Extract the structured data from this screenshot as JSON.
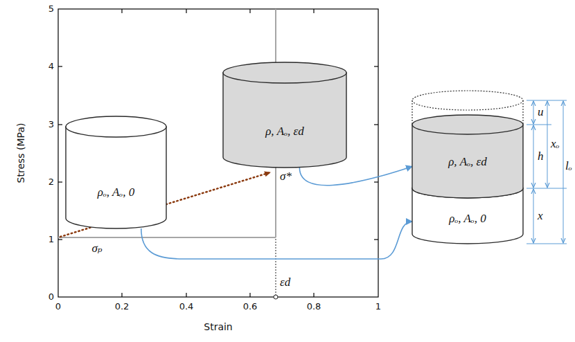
{
  "diagram": {
    "nodes": [
      {
        "text": [
          "ρₒ, Aₒ, 0"
        ]
      },
      {
        "text": [
          "ρ, Aₒ, εd"
        ]
      },
      {
        "text": [
          "ρ, Aₒ, εd"
        ]
      },
      {
        "text": [
          "ρₒ, Aₒ, 0"
        ]
      }
    ],
    "edges": [
      {
        "from": 1,
        "to": 2,
        "arrow": "to"
      },
      {
        "from": 0,
        "to": 3,
        "arrow": "to"
      }
    ],
    "labels": [
      "0",
      "1",
      "2",
      "3",
      "4",
      "5",
      "Stress (MPa)",
      "0",
      "0.2",
      "0.4",
      "0.6",
      "0.8",
      "1",
      "Strain",
      "σₚ",
      "σ*",
      "εd",
      "u",
      "h",
      "xₒ",
      "lₒ",
      "x"
    ]
  }
}
